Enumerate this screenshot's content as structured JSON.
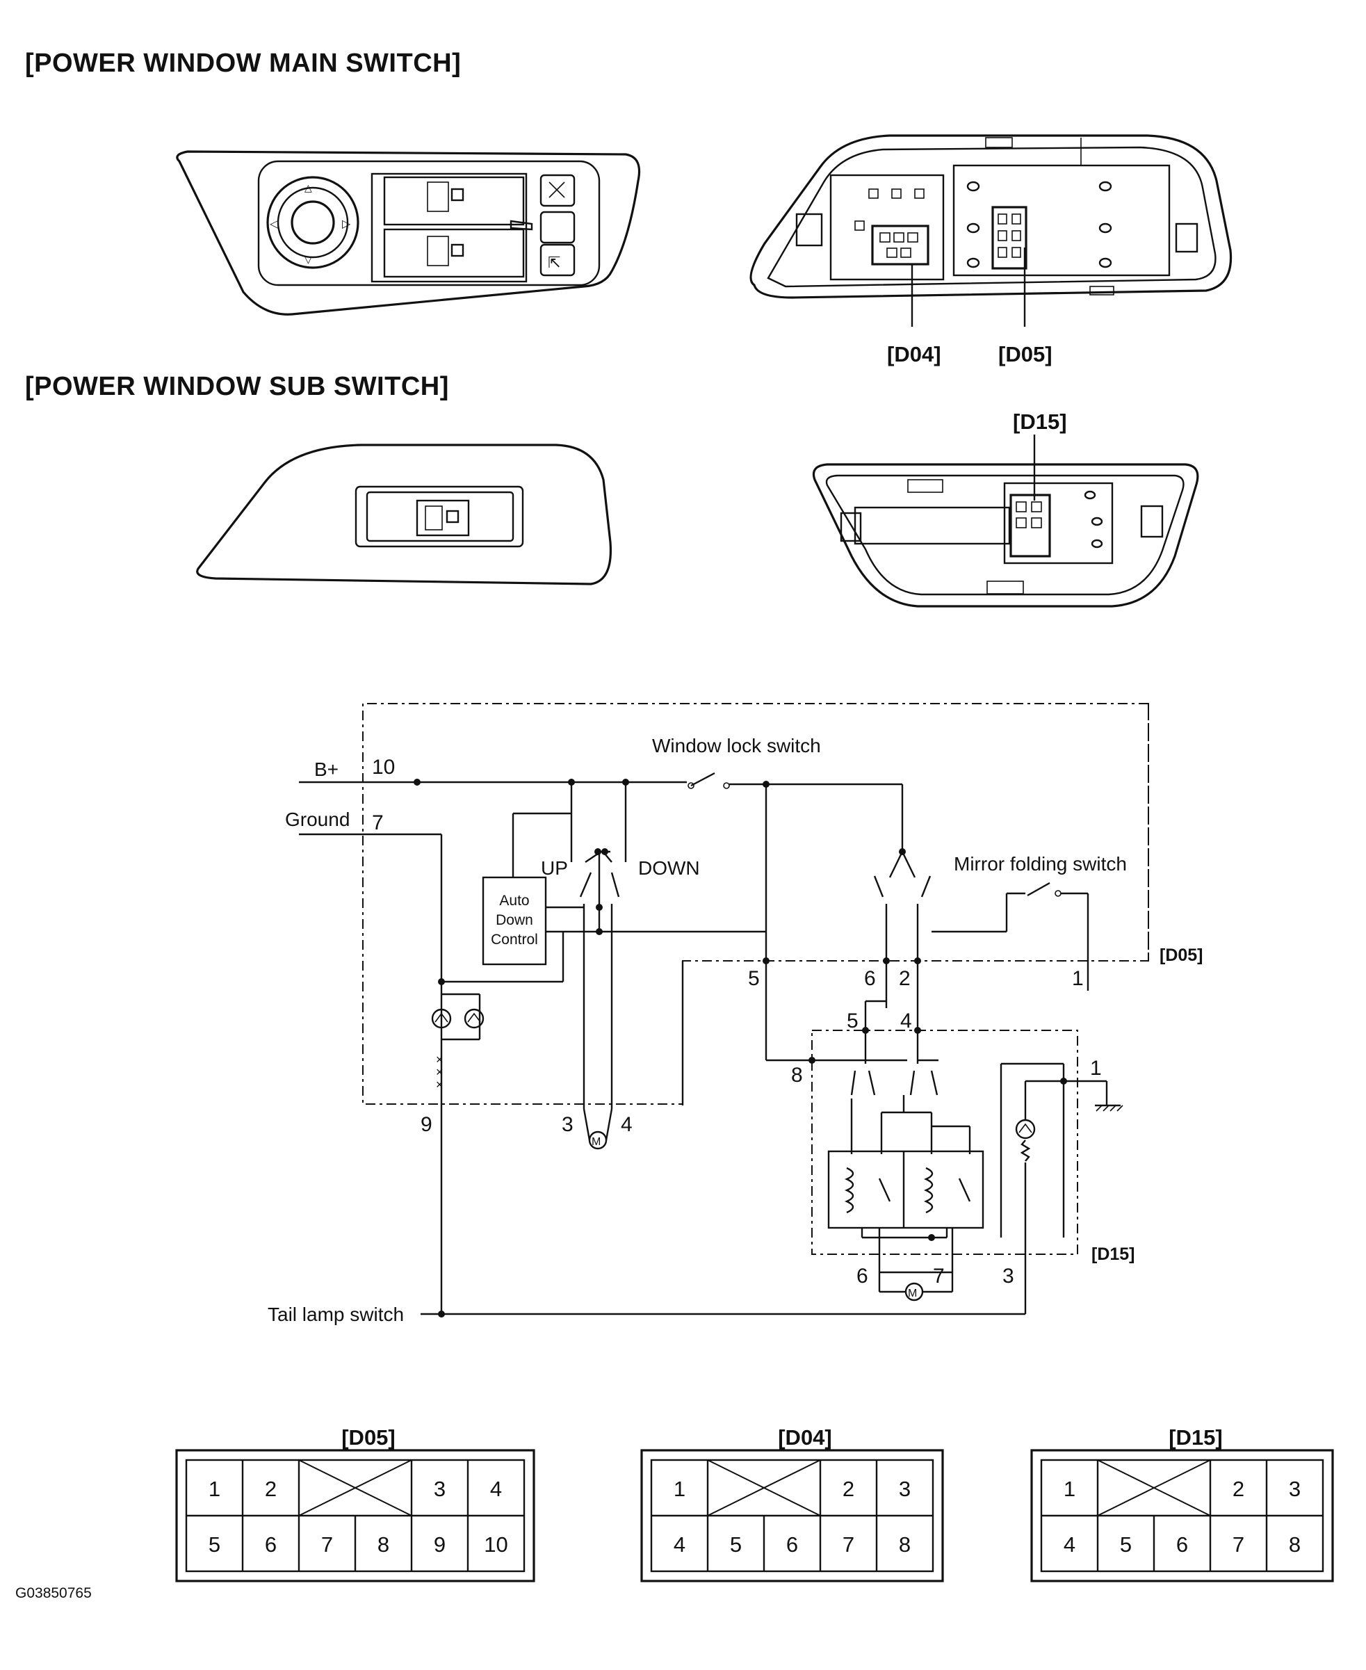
{
  "headers": {
    "main": "[POWER WINDOW MAIN SWITCH]",
    "sub": "[POWER WINDOW SUB SWITCH]"
  },
  "connector_ids": {
    "d04": "[D04]",
    "d05": "[D05]",
    "d15": "[D15]"
  },
  "circuit_labels": {
    "b_plus": "B+",
    "ground": "Ground",
    "window_lock": "Window lock switch",
    "mirror_folding": "Mirror folding switch",
    "up": "UP",
    "down": "DOWN",
    "auto_down_1": "Auto",
    "auto_down_2": "Down",
    "auto_down_3": "Control",
    "tail_lamp": "Tail lamp switch"
  },
  "circuit_pins": {
    "p10": "10",
    "p7": "7",
    "p9": "9",
    "p3": "3",
    "p4": "4",
    "d05_5": "5",
    "d05_6": "6",
    "d05_2": "2",
    "d05_1": "1",
    "d15_5": "5",
    "d15_4": "4",
    "d15_8": "8",
    "d15_1": "1",
    "d15_6": "6",
    "d15_7": "7",
    "d15_3": "3"
  },
  "pin_tables": {
    "d05": {
      "row1": [
        "1",
        "2",
        "",
        "3",
        "4"
      ],
      "row2": [
        "5",
        "6",
        "7",
        "8",
        "9",
        "10"
      ]
    },
    "d04": {
      "row1": [
        "1",
        "",
        "2",
        "3"
      ],
      "row2": [
        "4",
        "5",
        "6",
        "7",
        "8"
      ]
    },
    "d15": {
      "row1": [
        "1",
        "",
        "2",
        "3"
      ],
      "row2": [
        "4",
        "5",
        "6",
        "7",
        "8"
      ]
    }
  },
  "figure_id": "G03850765"
}
